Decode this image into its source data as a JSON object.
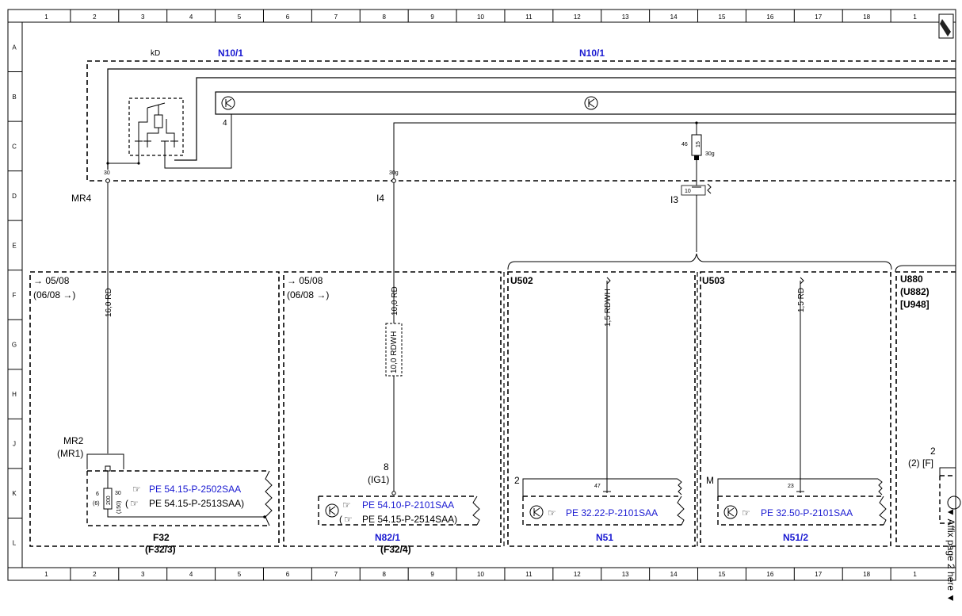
{
  "ruler": {
    "cols": [
      "1",
      "2",
      "3",
      "4",
      "5",
      "6",
      "7",
      "8",
      "9",
      "10",
      "11",
      "12",
      "13",
      "14",
      "15",
      "16",
      "17",
      "18",
      "1"
    ],
    "rows": [
      "A",
      "B",
      "C",
      "D",
      "E",
      "F",
      "G",
      "H",
      "J",
      "K",
      "L"
    ]
  },
  "module": {
    "kd_label": "kD",
    "n10_left": "N10/1",
    "n10_right": "N10/1",
    "pin4": "4",
    "pin30": "30",
    "pin30g": "30g",
    "fuse_46": "46",
    "fuse_15": "15",
    "fuse_30g": "30g",
    "pin10": "10"
  },
  "wires": {
    "mr4": "MR4",
    "i4": "I4",
    "i3": "I3",
    "w1": "16,0 RD",
    "w2": "10,0 RD",
    "w3": "10,0 RDWH",
    "w4": "1,5 RDWH",
    "w5": "1,5 RD"
  },
  "sections": {
    "s1_date1": "→ 05/08",
    "s1_date2": "(06/08 →)",
    "s2_date1": "→ 05/08",
    "s2_date2": "(06/08 →)",
    "u502": "U502",
    "u503": "U503",
    "u880": "U880",
    "u882": "(U882)",
    "u948": "[U948]"
  },
  "f32": {
    "mr2": "MR2",
    "mr1": "(MR1)",
    "pin6": "6",
    "pin6b": "(6)",
    "fuse_val": "200",
    "pin30": "30",
    "pin150": "(150)",
    "ref1": "PE 54.15-P-2502SAA",
    "ref2": "PE 54.15-P-2513SAA)",
    "name": "F32",
    "alt": "(F32/3)"
  },
  "n82": {
    "pin8": "8",
    "ig1": "(IG1)",
    "ref1": "PE 54.10-P-2101SAA",
    "ref2": "PE 54.15-P-2514SAA)",
    "name": "N82/1",
    "alt": "(F32/4)"
  },
  "n51": {
    "pin2": "2",
    "pin47": "47",
    "ref": "PE 32.22-P-2101SAA",
    "name": "N51"
  },
  "n512": {
    "pinM": "M",
    "pin23": "23",
    "ref": "PE 32.50-P-2101SAA",
    "name": "N51/2"
  },
  "right": {
    "pin2": "2",
    "pin2f": "(2) [F]",
    "vertical": "▼ Affix page 2 here ▼"
  },
  "icons": {
    "transistor": "transistor-icon",
    "pointer": "pointing-hand-icon",
    "relay": "relay-icon"
  }
}
